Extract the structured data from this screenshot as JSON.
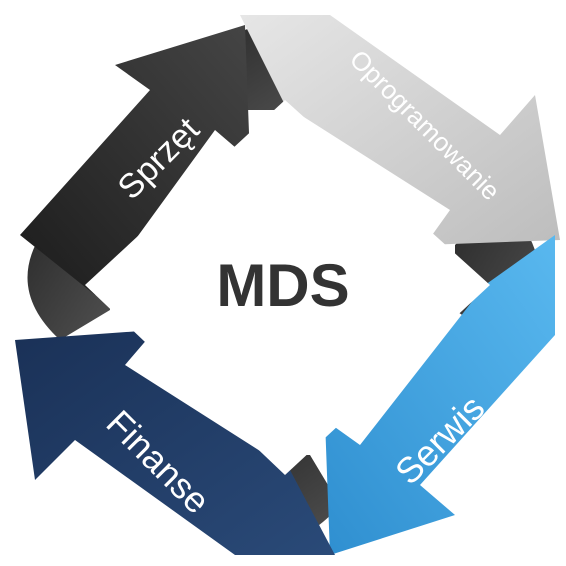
{
  "center": {
    "title": "MDS"
  },
  "segments": [
    {
      "id": "sprzet",
      "label": "Sprzęt",
      "color": "#2e2e2e"
    },
    {
      "id": "oprogramowanie",
      "label": "Oprogramowanie",
      "color": "#c9c9c9"
    },
    {
      "id": "serwis",
      "label": "Serwis",
      "color": "#3aa3e3"
    },
    {
      "id": "finanse",
      "label": "Finanse",
      "color": "#1f3a63"
    }
  ],
  "fold_color": "#3a3a3a"
}
